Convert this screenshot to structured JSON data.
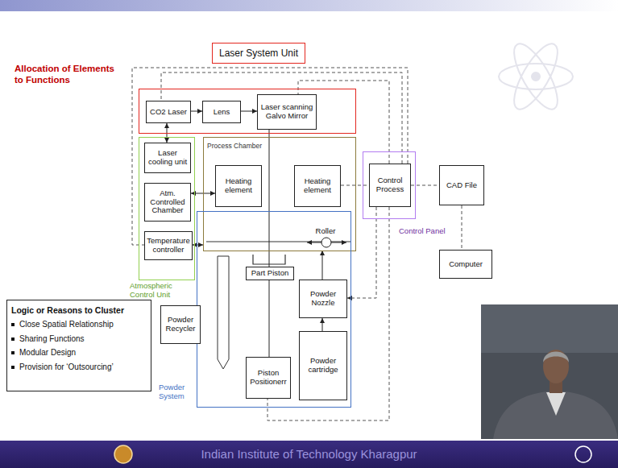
{
  "diagram": {
    "title": "Allocation of Elements to Functions",
    "nodes": [
      {
        "text": [
          "Laser System Unit"
        ]
      },
      {
        "text": [
          "CO2 Laser"
        ],
        "in": 0
      },
      {
        "text": [
          "Lens"
        ],
        "in": 0
      },
      {
        "text": [
          "Laser scanning Galvo Mirror"
        ],
        "in": 0
      },
      {
        "text": [
          "Atmospheric Control Unit"
        ]
      },
      {
        "text": [
          "Laser cooling unit"
        ],
        "in": 4
      },
      {
        "text": [
          "Atm. Controlled Chamber"
        ],
        "in": 4
      },
      {
        "text": [
          "Temperature controller"
        ],
        "in": 4
      },
      {
        "text": [
          "Process Chamber"
        ]
      },
      {
        "text": [
          "Heating element"
        ],
        "in": 8
      },
      {
        "text": [
          "Heating element"
        ],
        "in": 8
      },
      {
        "text": [
          "Control Panel"
        ]
      },
      {
        "text": [
          "Control Process"
        ],
        "in": 11
      },
      {
        "text": [
          "CAD File"
        ]
      },
      {
        "text": [
          "Computer"
        ]
      },
      {
        "text": [
          "Powder System"
        ]
      },
      {
        "text": [
          "Roller"
        ],
        "in": 15
      },
      {
        "text": [
          "Powder Recycler"
        ],
        "in": 15
      },
      {
        "text": [
          "Part Piston"
        ],
        "in": 15
      },
      {
        "text": [
          "Powder Nozzle"
        ],
        "in": 15
      },
      {
        "text": [
          "Piston Positionerr"
        ],
        "in": 15
      },
      {
        "text": [
          "Powder cartridge"
        ],
        "in": 15
      },
      {
        "text": [
          "Logic or Reasons to Cluster",
          "Close Spatial Relationship",
          "Sharing Functions",
          "Modular Design",
          "Provision for ‘Outsourcing’"
        ]
      }
    ],
    "edges": [
      {
        "from": 1,
        "to": 2,
        "arrow": "to"
      },
      {
        "from": 2,
        "to": 3,
        "arrow": "to"
      },
      {
        "from": 5,
        "to": 1,
        "arrow": "both"
      },
      {
        "from": 6,
        "to": 9,
        "arrow": "both"
      },
      {
        "from": 7,
        "to": 8,
        "arrow": "both"
      },
      {
        "from": 3,
        "to": 18,
        "arrow": "none"
      },
      {
        "from": 10,
        "to": 12,
        "arrow": "none"
      },
      {
        "from": 12,
        "to": 13,
        "arrow": "none"
      },
      {
        "from": 13,
        "to": 14,
        "arrow": "none"
      },
      {
        "from": 21,
        "to": 19,
        "arrow": "to"
      },
      {
        "from": 19,
        "to": 16,
        "arrow": "to"
      },
      {
        "from": 20,
        "to": 18,
        "arrow": "none"
      },
      {
        "from": 12,
        "to": 19,
        "arrow": "to"
      },
      {
        "from": 12,
        "to": 3,
        "arrow": "none"
      },
      {
        "from": 12,
        "to": 1,
        "arrow": "none"
      },
      {
        "from": 12,
        "to": 7,
        "arrow": "none"
      },
      {
        "from": 12,
        "to": 20,
        "arrow": "none"
      }
    ],
    "labels": [
      "Indian Institute of Technology Kharagpur"
    ]
  }
}
